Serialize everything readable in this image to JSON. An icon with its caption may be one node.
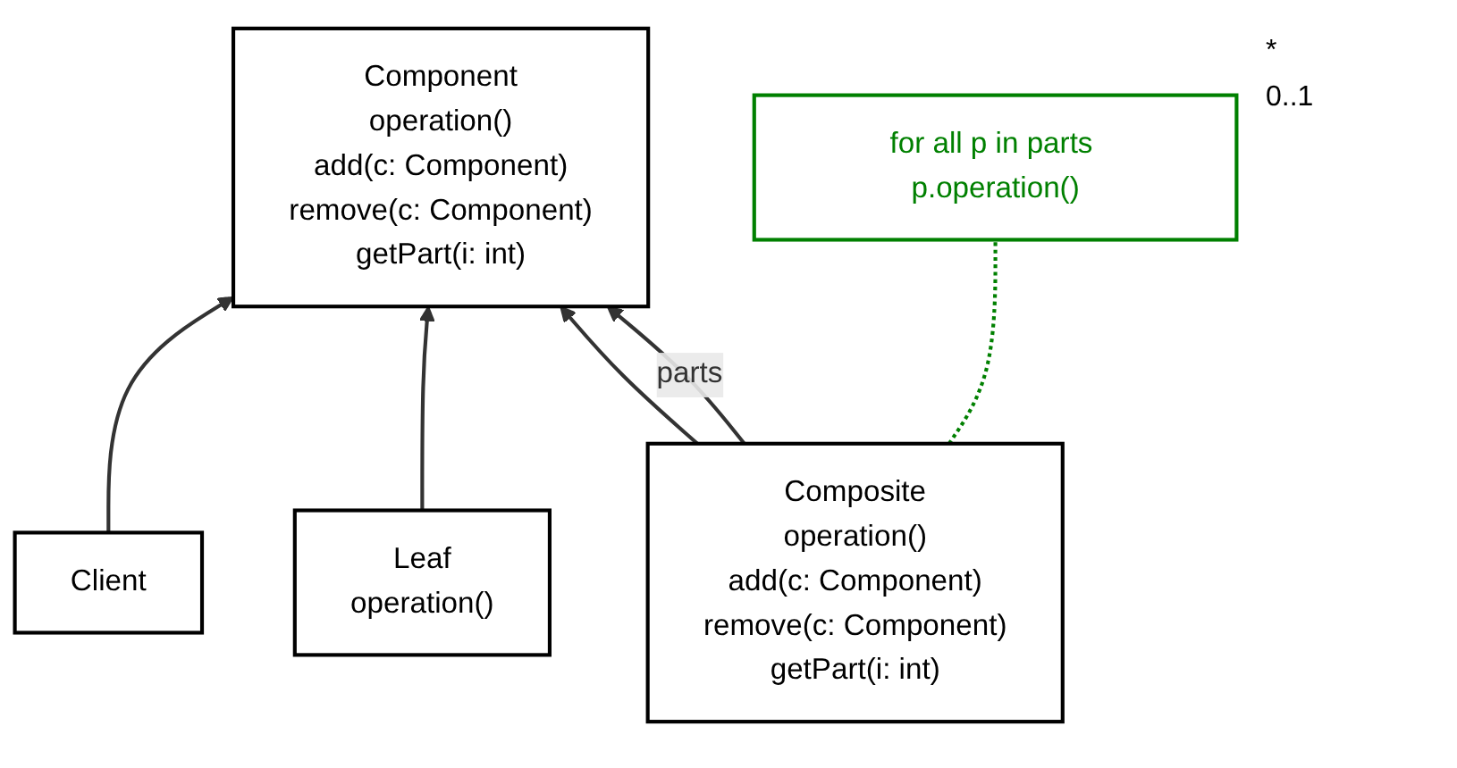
{
  "diagram": {
    "nodes": [
      {
        "text": [
          "Client"
        ]
      },
      {
        "text": [
          "Component",
          "operation()",
          "add(c: Component)",
          "remove(c: Component)",
          "getPart(i: int)"
        ]
      },
      {
        "text": [
          "Leaf",
          "operation()"
        ]
      },
      {
        "text": [
          "Composite",
          "operation()",
          "add(c: Component)",
          "remove(c: Component)",
          "getPart(i: int)"
        ]
      },
      {
        "text": [
          "for all p in parts p.operation()"
        ]
      }
    ],
    "edges": [
      {
        "from": 0,
        "to": 1,
        "arrow": "to"
      },
      {
        "from": 2,
        "to": 1,
        "arrow": "to"
      },
      {
        "from": 3,
        "to": 1,
        "arrow": "to"
      },
      {
        "from": 3,
        "to": 1,
        "arrow": "to",
        "label": "parts"
      },
      {
        "from": 3,
        "to": 4,
        "arrow": "none",
        "style": "dashed",
        "color": "#008000"
      }
    ],
    "labels": [
      "*",
      "0..1"
    ]
  }
}
